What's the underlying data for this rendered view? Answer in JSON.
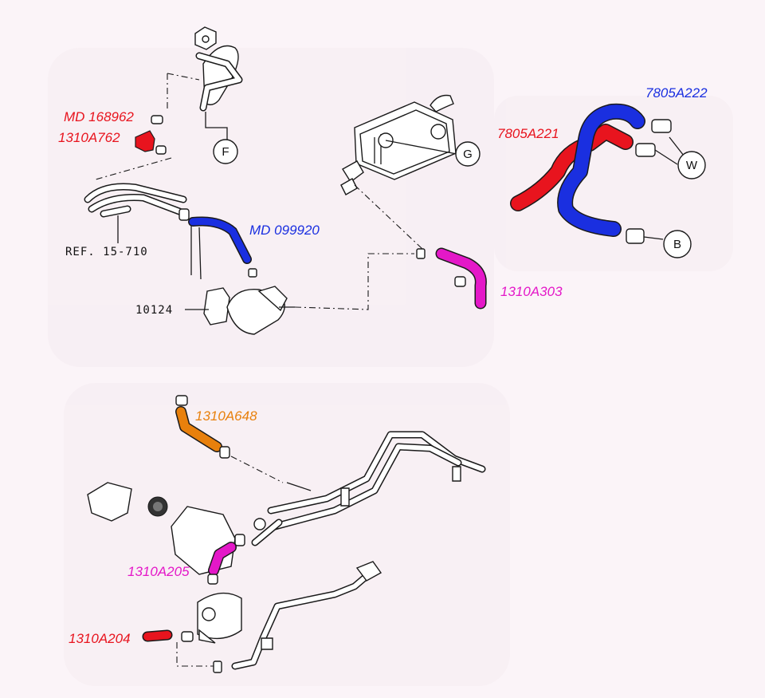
{
  "colors": {
    "red": "#e8141e",
    "blue": "#1a2fe0",
    "magenta": "#e418c8",
    "orange": "#e8800c",
    "background": "#fbf4f8"
  },
  "part_labels": {
    "md168962": "MD 168962",
    "p1310a762": "1310A762",
    "md099920": "MD 099920",
    "p1310a303": "1310A303",
    "p7805a222": "7805A222",
    "p7805a221": "7805A221",
    "p1310a648": "1310A648",
    "p1310a205": "1310A205",
    "p1310a204": "1310A204"
  },
  "reference_labels": {
    "ref": "REF. 15-710",
    "part_10124": "10124"
  },
  "callouts": {
    "f": "F",
    "g": "G",
    "w": "W",
    "b": "B"
  }
}
